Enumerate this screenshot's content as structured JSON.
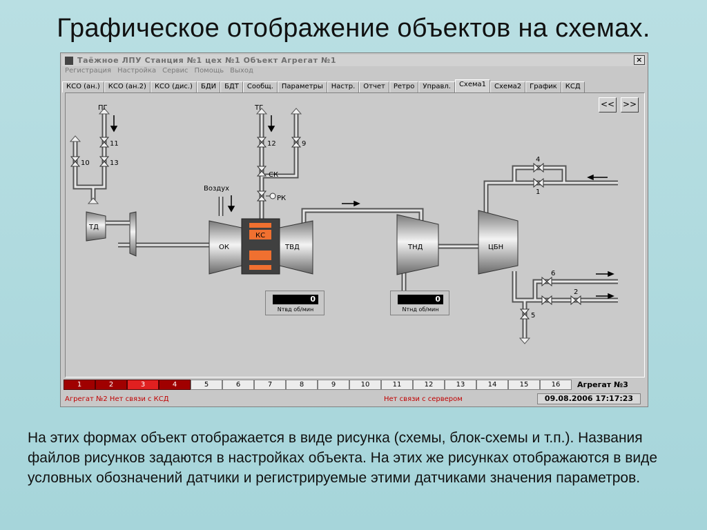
{
  "slide": {
    "title": "Графическое отображение объектов на схемах.",
    "body": "На этих формах объект отображается в виде рисунка (схемы, блок-схемы и т.п.). Названия файлов рисунков задаются в настройках объекта. На этих же рисунках отображаются в виде условных обозначений датчики и регистрируемые этими датчиками значения параметров."
  },
  "window": {
    "title": "Таёжное  ЛПУ Станция №1  цех №1  Объект Агрегат №1",
    "close": "×"
  },
  "menu": [
    "Регистрация",
    "Настройка",
    "Сервис",
    "Помощь",
    "Выход"
  ],
  "tabs": [
    {
      "label": "КСО (ан.)"
    },
    {
      "label": "КСО (ан.2)"
    },
    {
      "label": "КСО (дис.)"
    },
    {
      "label": "БДИ"
    },
    {
      "label": "БДТ"
    },
    {
      "label": "Сообщ."
    },
    {
      "label": "Параметры"
    },
    {
      "label": "Настр."
    },
    {
      "label": "Отчет"
    },
    {
      "label": "Ретро"
    },
    {
      "label": "Управл."
    },
    {
      "label": "Схема1",
      "active": true
    },
    {
      "label": "Схема2"
    },
    {
      "label": "График"
    },
    {
      "label": "КСД"
    }
  ],
  "nav": {
    "prev": "<<",
    "next": ">>"
  },
  "scheme": {
    "labels": {
      "pg": "ПГ",
      "tg": "ТГ",
      "air": "Воздух",
      "td": "ТД",
      "ok": "ОК",
      "ks": "КС",
      "tvd": "ТВД",
      "tnd": "ТНД",
      "cbn": "ЦБН",
      "sk": "СК",
      "rk": "РК"
    },
    "valves": {
      "v1": "1",
      "v2": "2",
      "v4": "4",
      "v5": "5",
      "v6": "6",
      "v9": "9",
      "v10": "10",
      "v11": "11",
      "v12": "12",
      "v13": "13"
    },
    "speed_tvd": {
      "value": "0",
      "caption": "Nтвд об/мин"
    },
    "speed_tnd": {
      "value": "0",
      "caption": "Nтнд об/мин"
    }
  },
  "units": [
    {
      "label": "1",
      "state": "alarm"
    },
    {
      "label": "2",
      "state": "alarm"
    },
    {
      "label": "3",
      "state": "alarm-hi"
    },
    {
      "label": "4",
      "state": "alarm"
    },
    {
      "label": "5",
      "state": "normal"
    },
    {
      "label": "6",
      "state": "normal"
    },
    {
      "label": "7",
      "state": "normal"
    },
    {
      "label": "8",
      "state": "normal"
    },
    {
      "label": "9",
      "state": "normal"
    },
    {
      "label": "10",
      "state": "normal"
    },
    {
      "label": "11",
      "state": "normal"
    },
    {
      "label": "12",
      "state": "normal"
    },
    {
      "label": "13",
      "state": "normal"
    },
    {
      "label": "14",
      "state": "normal"
    },
    {
      "label": "15",
      "state": "normal"
    },
    {
      "label": "16",
      "state": "normal"
    }
  ],
  "unit_label": "Агрегат №3",
  "status": {
    "left": "Агрегат №2 Нет связи с КСД",
    "middle": "Нет связи с сервером",
    "datetime": "09.08.2006 17:17:23"
  },
  "colors": {
    "alarm": "#a00000",
    "alarm_hi": "#e02020",
    "status_text": "#c00000",
    "combustor": "#f07030"
  }
}
